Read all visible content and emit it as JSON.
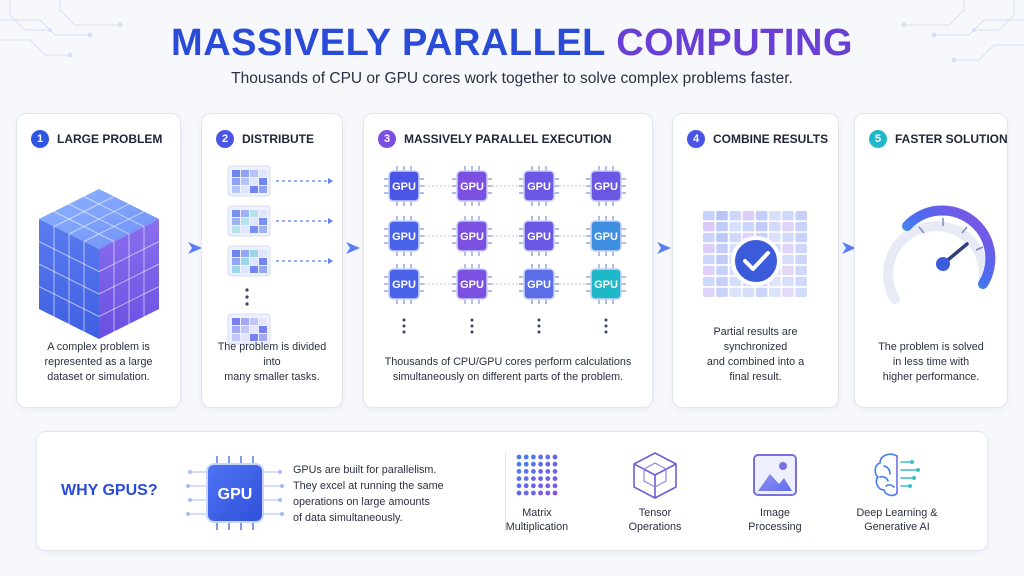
{
  "header": {
    "title_part1": "MASSIVELY PARALLEL",
    "title_part2": "COMPUTING",
    "subtitle": "Thousands of CPU or GPU cores work together to solve complex problems faster."
  },
  "steps": [
    {
      "number": "1",
      "title": "LARGE PROBLEM",
      "desc_lines": [
        "A complex problem is",
        "represented as a large",
        "dataset or simulation."
      ]
    },
    {
      "number": "2",
      "title": "DISTRIBUTE",
      "desc_lines": [
        "The problem is divided into",
        "many smaller tasks."
      ]
    },
    {
      "number": "3",
      "title": "MASSIVELY PARALLEL EXECUTION",
      "desc_lines": [
        "Thousands of CPU/GPU cores perform calculations",
        "simultaneously on different parts of the problem."
      ]
    },
    {
      "number": "4",
      "title": "COMBINE RESULTS",
      "desc_lines": [
        "Partial results are synchronized",
        "and combined into a",
        "final result."
      ]
    },
    {
      "number": "5",
      "title": "FASTER SOLUTION",
      "desc_lines": [
        "The problem is solved",
        "in less time with",
        "higher performance."
      ]
    }
  ],
  "chip_label": "GPU",
  "colors": {
    "blue": "#2f55e4",
    "purple": "#7b4fe0",
    "indigo": "#4a55e6",
    "teal": "#1fb8c8"
  },
  "why": {
    "title": "WHY GPUS?",
    "chip_label": "GPU",
    "text_lines": [
      "GPUs are built for parallelism.",
      "They excel at running the same",
      "operations on large amounts",
      "of data simultaneously."
    ],
    "uses": [
      {
        "icon": "matrix-dots-icon",
        "label_lines": [
          "Matrix",
          "Multiplication"
        ]
      },
      {
        "icon": "tensor-cube-icon",
        "label_lines": [
          "Tensor",
          "Operations"
        ]
      },
      {
        "icon": "image-icon",
        "label_lines": [
          "Image",
          "Processing"
        ]
      },
      {
        "icon": "brain-icon",
        "label_lines": [
          "Deep Learning &",
          "Generative AI"
        ]
      }
    ]
  }
}
